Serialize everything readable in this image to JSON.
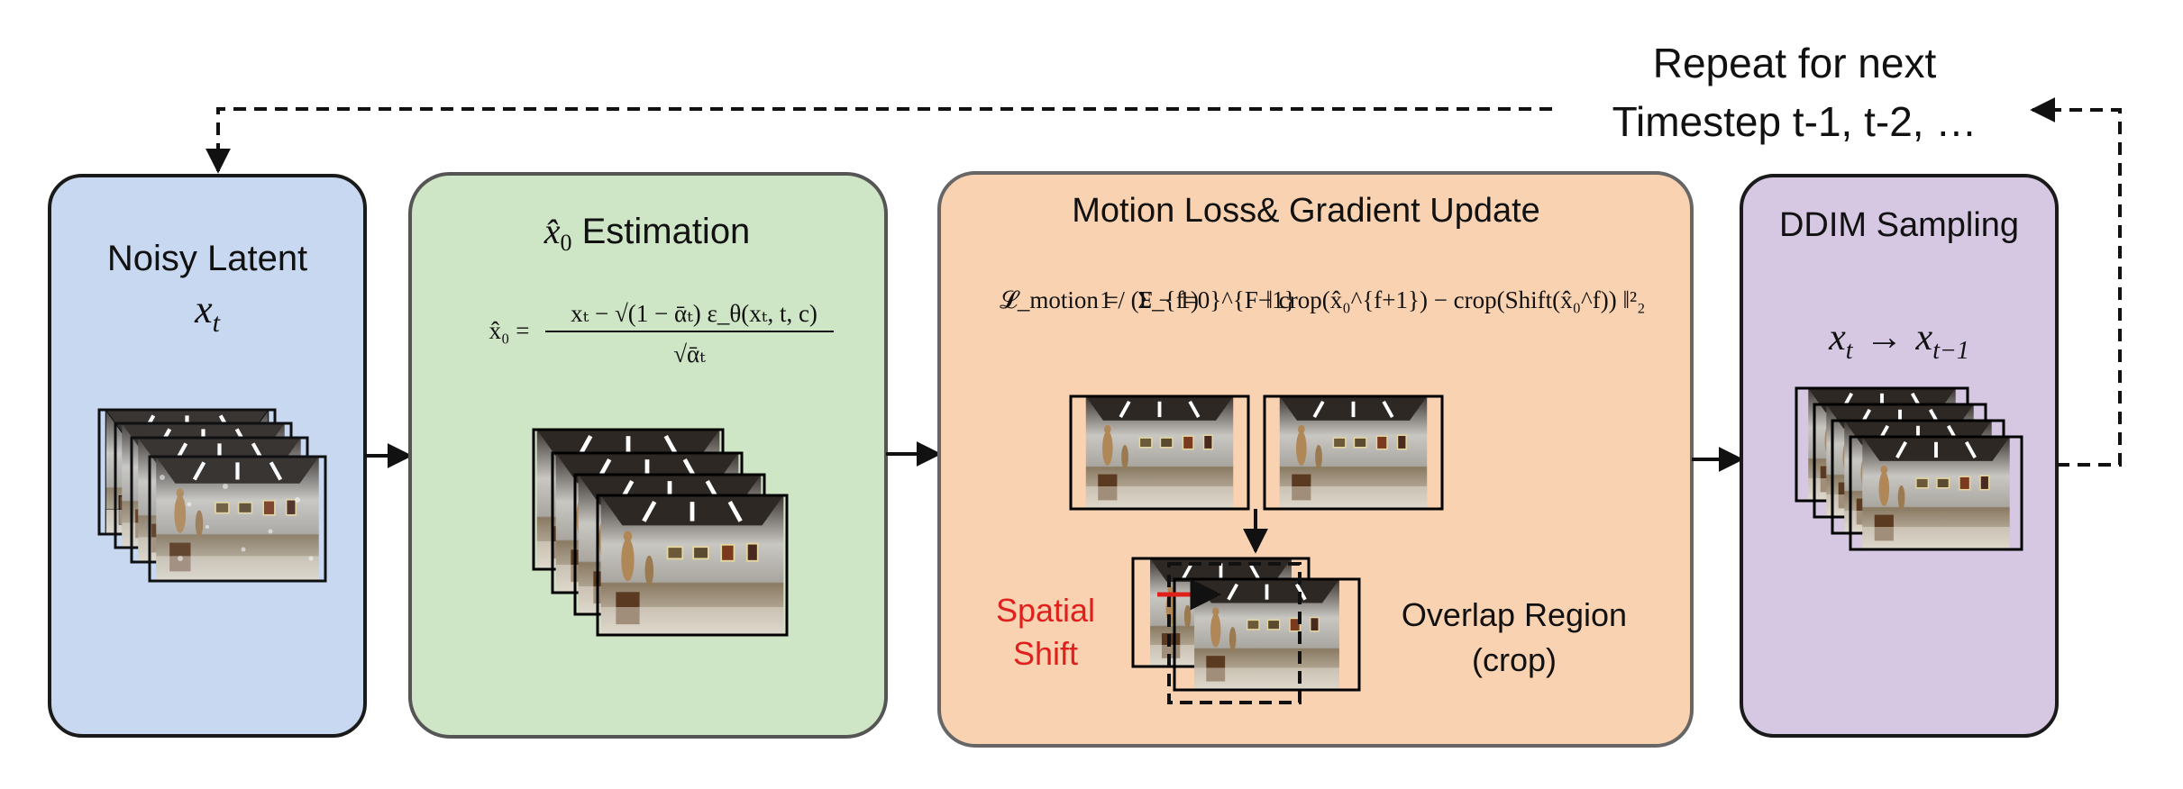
{
  "repeat": {
    "line1": "Repeat for next",
    "line2": "Timestep t-1, t-2, …"
  },
  "stages": [
    {
      "title": "Noisy Latent",
      "var": "x",
      "var_sub": "t",
      "fill": "#c7d8f0"
    },
    {
      "title_suffix": " Estimation",
      "hat": "x̂",
      "hat_sub": "0",
      "formula_lhs": "x̂₀ =",
      "formula_num": "xₜ − √(1 − ᾱₜ) ε_θ(xₜ, t, c)",
      "formula_den": "√ᾱₜ",
      "fill": "#cfe6c6"
    },
    {
      "title": "Motion Loss& Gradient Update",
      "formula_lhs": "𝓛_motion =",
      "formula_frac": "1 / (F − 1)",
      "formula_sum": "Σ_{f=0}^{F−1}",
      "formula_body": "‖ crop(x̂₀^{f+1}) − crop(Shift(x̂₀^f)) ‖²₂",
      "shift_label_1": "Spatial",
      "shift_label_2": "Shift",
      "overlap_label_1": "Overlap Region",
      "overlap_label_2": "(crop)",
      "fill": "#f9d2b2"
    },
    {
      "title": "DDIM Sampling",
      "transition_from": "x",
      "from_sub": "t",
      "transition_arrow": "→",
      "transition_to": "x",
      "to_sub": "t−1",
      "fill": "#d6c8e3"
    }
  ],
  "colors": {
    "accent_red": "#e0201c",
    "stroke": "#2b2b2b"
  }
}
